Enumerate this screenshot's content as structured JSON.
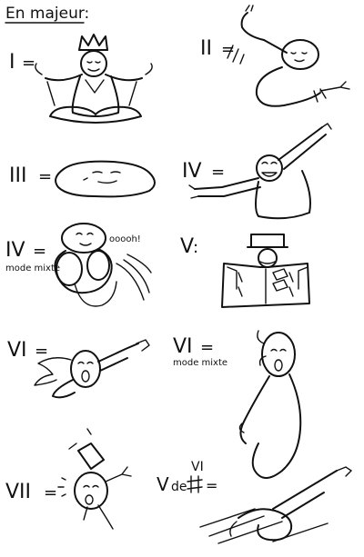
{
  "title": "En majeur:",
  "figures": [
    {
      "id": "I",
      "numeral": "I",
      "suffix": "="
    },
    {
      "id": "II",
      "numeral": "II",
      "suffix": "="
    },
    {
      "id": "III",
      "numeral": "III",
      "suffix": "="
    },
    {
      "id": "IV",
      "numeral": "IV",
      "suffix": "="
    },
    {
      "id": "IV-mixte",
      "numeral": "IV",
      "suffix": "=",
      "note": "mode mixte",
      "exclamation": "ooooh!"
    },
    {
      "id": "V",
      "numeral": "V",
      "suffix": ":"
    },
    {
      "id": "VI",
      "numeral": "VI",
      "suffix": "="
    },
    {
      "id": "VI-mixte",
      "numeral": "VI",
      "suffix": "=",
      "note": "mode mixte"
    },
    {
      "id": "VII",
      "numeral": "VII",
      "suffix": "="
    },
    {
      "id": "V-de-VI",
      "numeral": "V",
      "connector": "de",
      "sub": "VI",
      "suffix": "="
    }
  ],
  "colors": {
    "ink": "#111111",
    "paper": "#ffffff"
  }
}
